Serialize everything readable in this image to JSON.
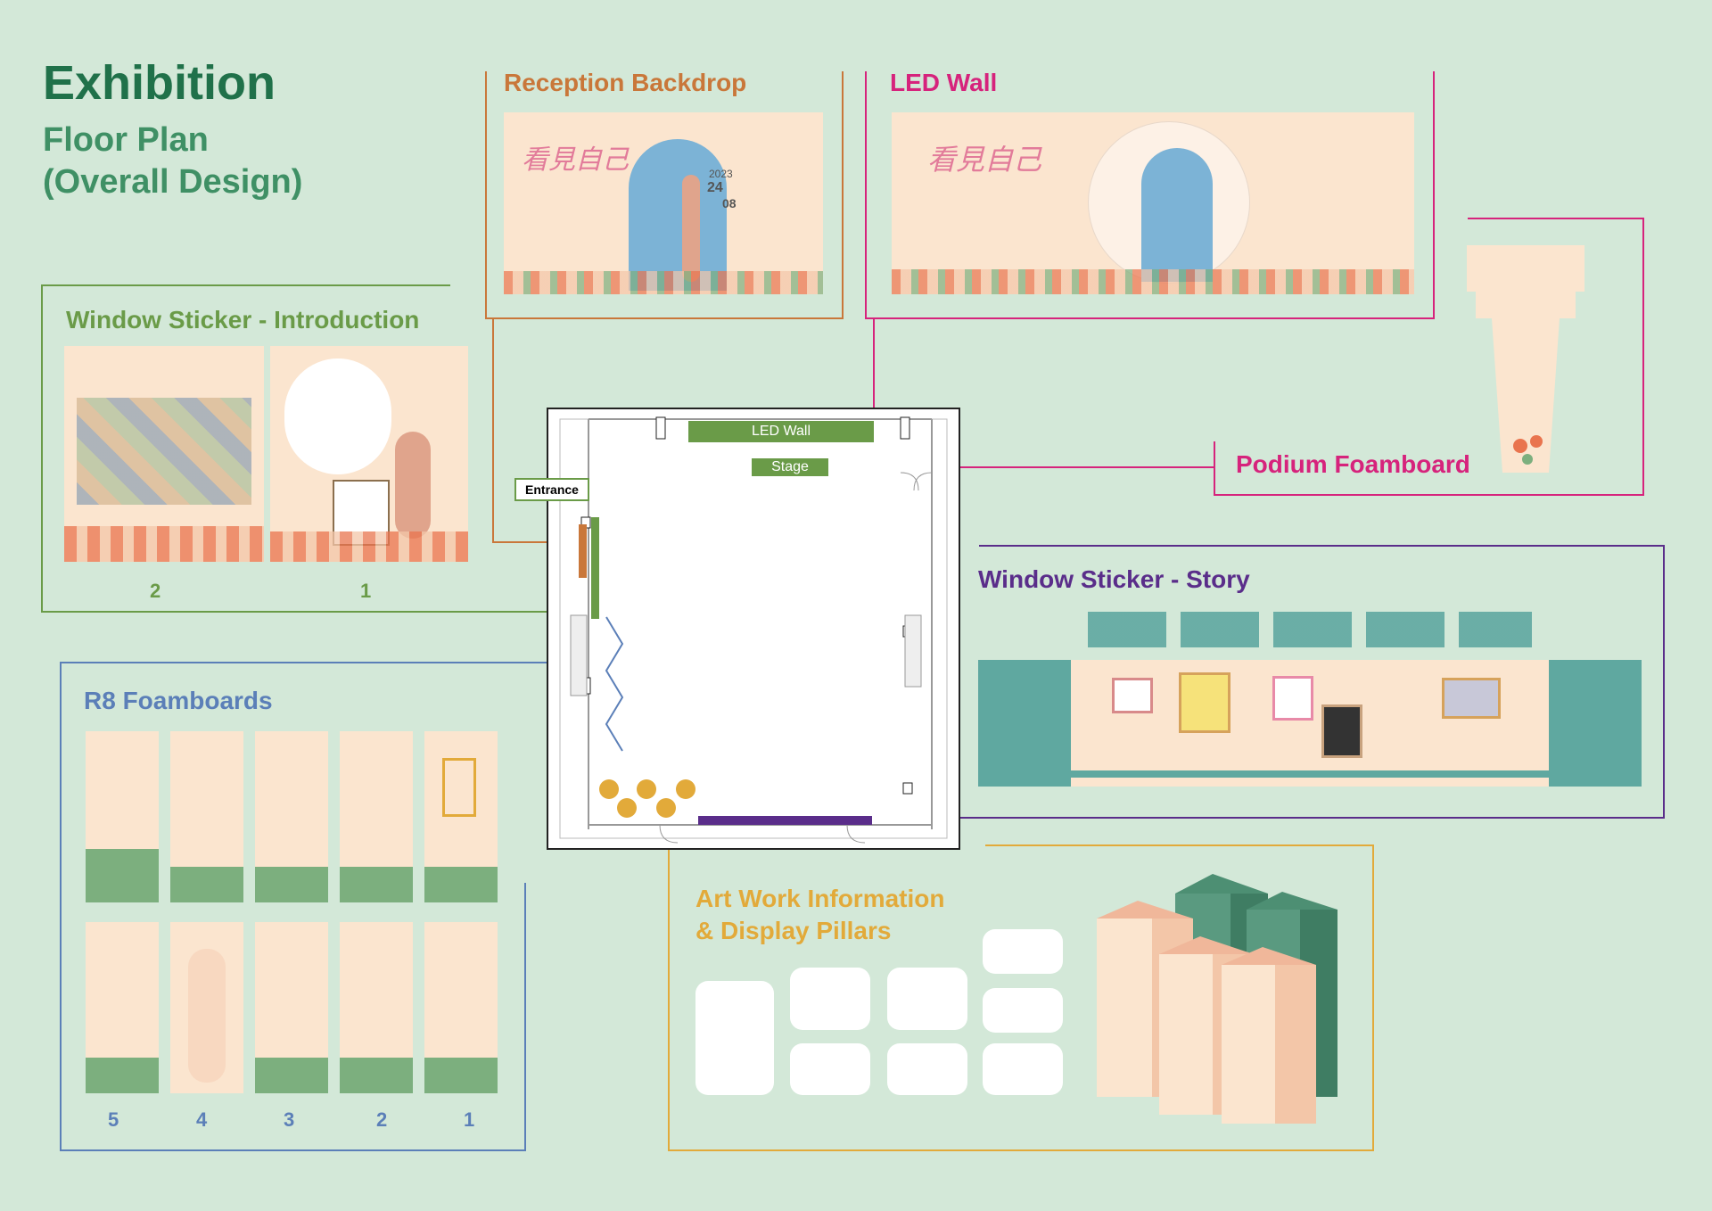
{
  "header": {
    "title": "Exhibition",
    "subtitle_line1": "Floor Plan",
    "subtitle_line2": "(Overall Design)"
  },
  "sections": {
    "reception": "Reception Backdrop",
    "led_wall": "LED Wall",
    "podium": "Podium Foamboard",
    "window_intro": "Window Sticker  - Introduction",
    "window_story": "Window Sticker - Story",
    "r8": "R8 Foamboards",
    "artwork_line1": "Art Work Information",
    "artwork_line2": "& Display Pillars"
  },
  "floor_plan": {
    "led_wall": "LED Wall",
    "stage": "Stage",
    "entrance": "Entrance"
  },
  "intro_numbers": [
    "2",
    "1"
  ],
  "r8_numbers": [
    "5",
    "4",
    "3",
    "2",
    "1"
  ],
  "backdrop": {
    "date_year": "2023",
    "date_day": "24",
    "date_month": "08"
  },
  "colors": {
    "background": "#d3e8d8",
    "title": "#20714a",
    "reception": "#c9773a",
    "led": "#d6237c",
    "podium": "#d6237c",
    "intro": "#6a9b48",
    "story": "#5a2d8a",
    "r8": "#5b7fb8",
    "artwork": "#e2aa3a"
  }
}
